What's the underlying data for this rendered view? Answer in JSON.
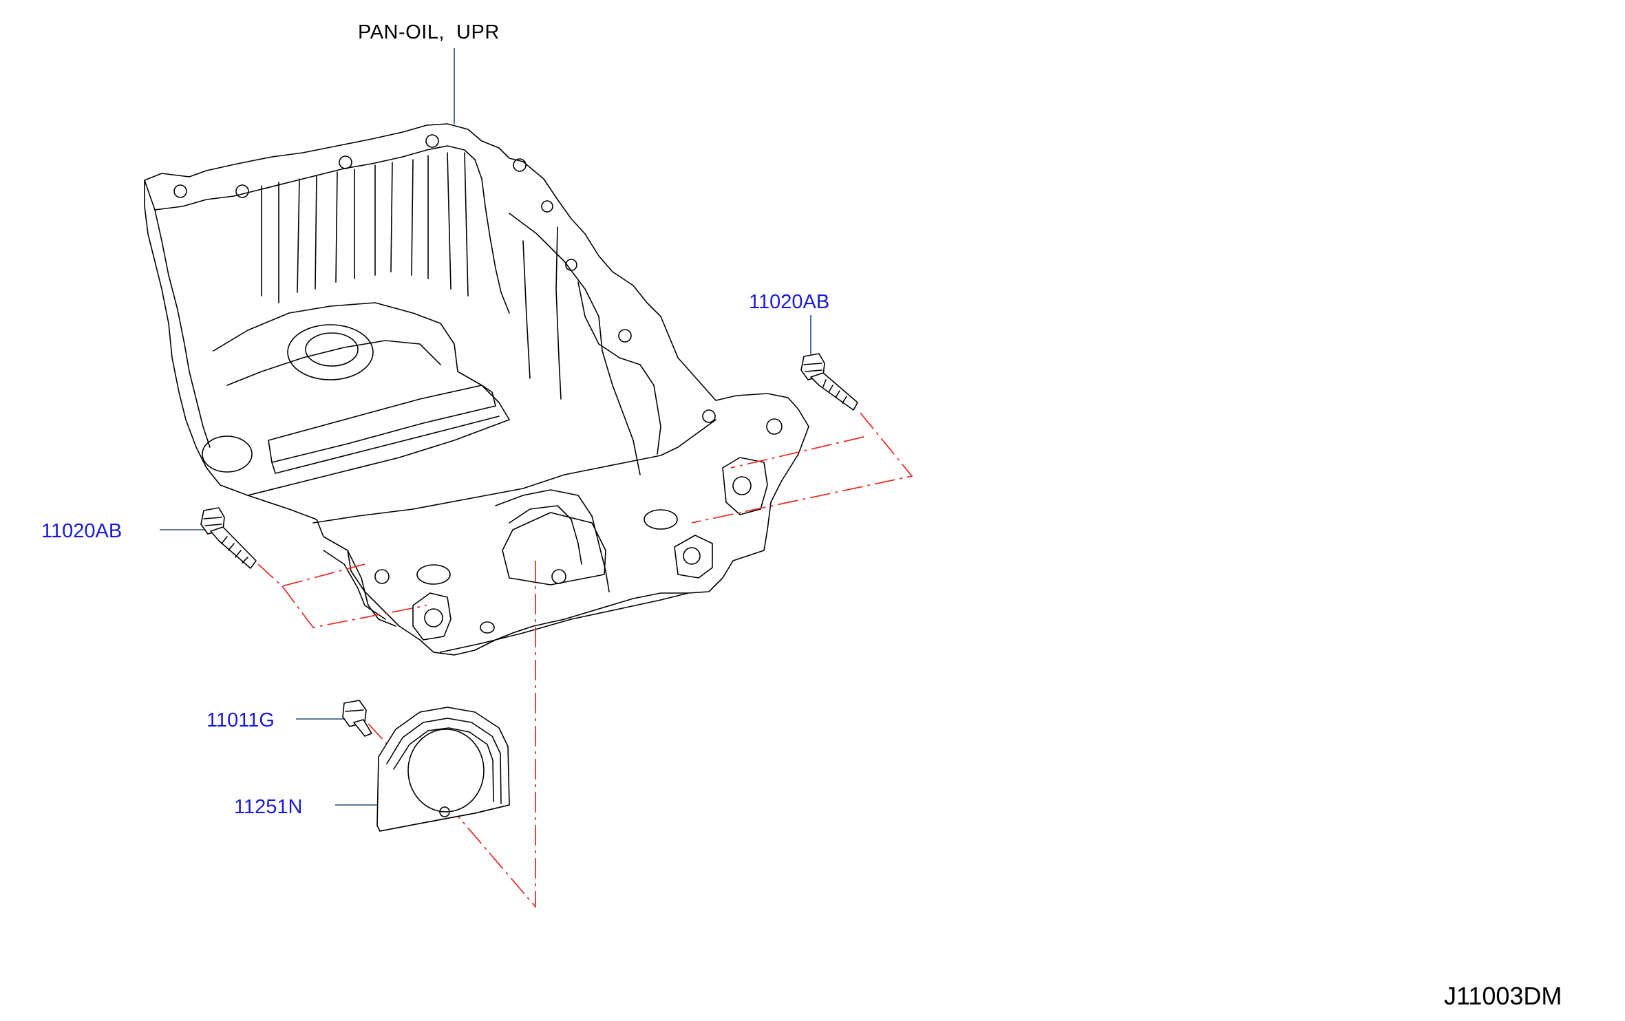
{
  "title_label": "PAN-OIL,  UPR",
  "callouts": {
    "bolt_right": "11020AB",
    "bolt_left": "11020AB",
    "bolt_small": "11011G",
    "gasket_cover": "11251N"
  },
  "diagram_ref": "J11003DM",
  "colors": {
    "part_number_text": "#1a1adb",
    "phantom_line": "#e8302a",
    "outline": "#000000",
    "leader": "#2a4a7a"
  }
}
